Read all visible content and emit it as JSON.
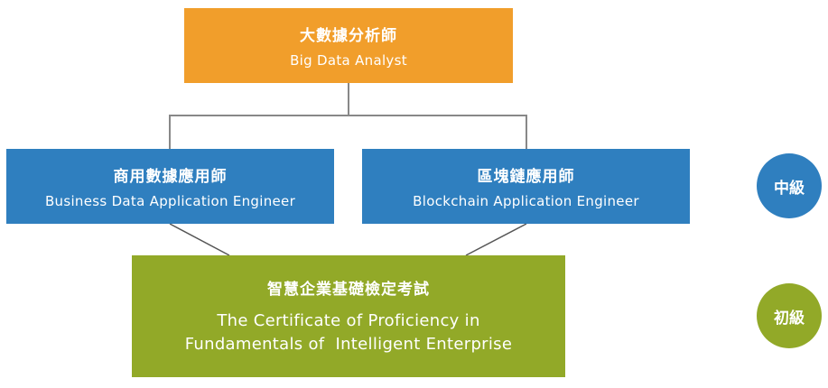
{
  "top": {
    "zh": "大數據分析師",
    "en": "Big Data Analyst",
    "color": "#f19e2b"
  },
  "middle": [
    {
      "zh": "商用數據應用師",
      "en": "Business Data Application Engineer",
      "color": "#2f7fbf"
    },
    {
      "zh": "區塊鏈應用師",
      "en": "Blockchain Application Engineer",
      "color": "#2f7fbf"
    }
  ],
  "bottom": {
    "zh": "智慧企業基礎檢定考試",
    "en": "The Certificate of Proficiency in\nFundamentals of  Intelligent Enterprise",
    "color": "#92a928"
  },
  "levels": [
    {
      "label": "中級",
      "color": "#2f7fbf"
    },
    {
      "label": "初級",
      "color": "#92a928"
    }
  ],
  "connector_color": "#888888"
}
